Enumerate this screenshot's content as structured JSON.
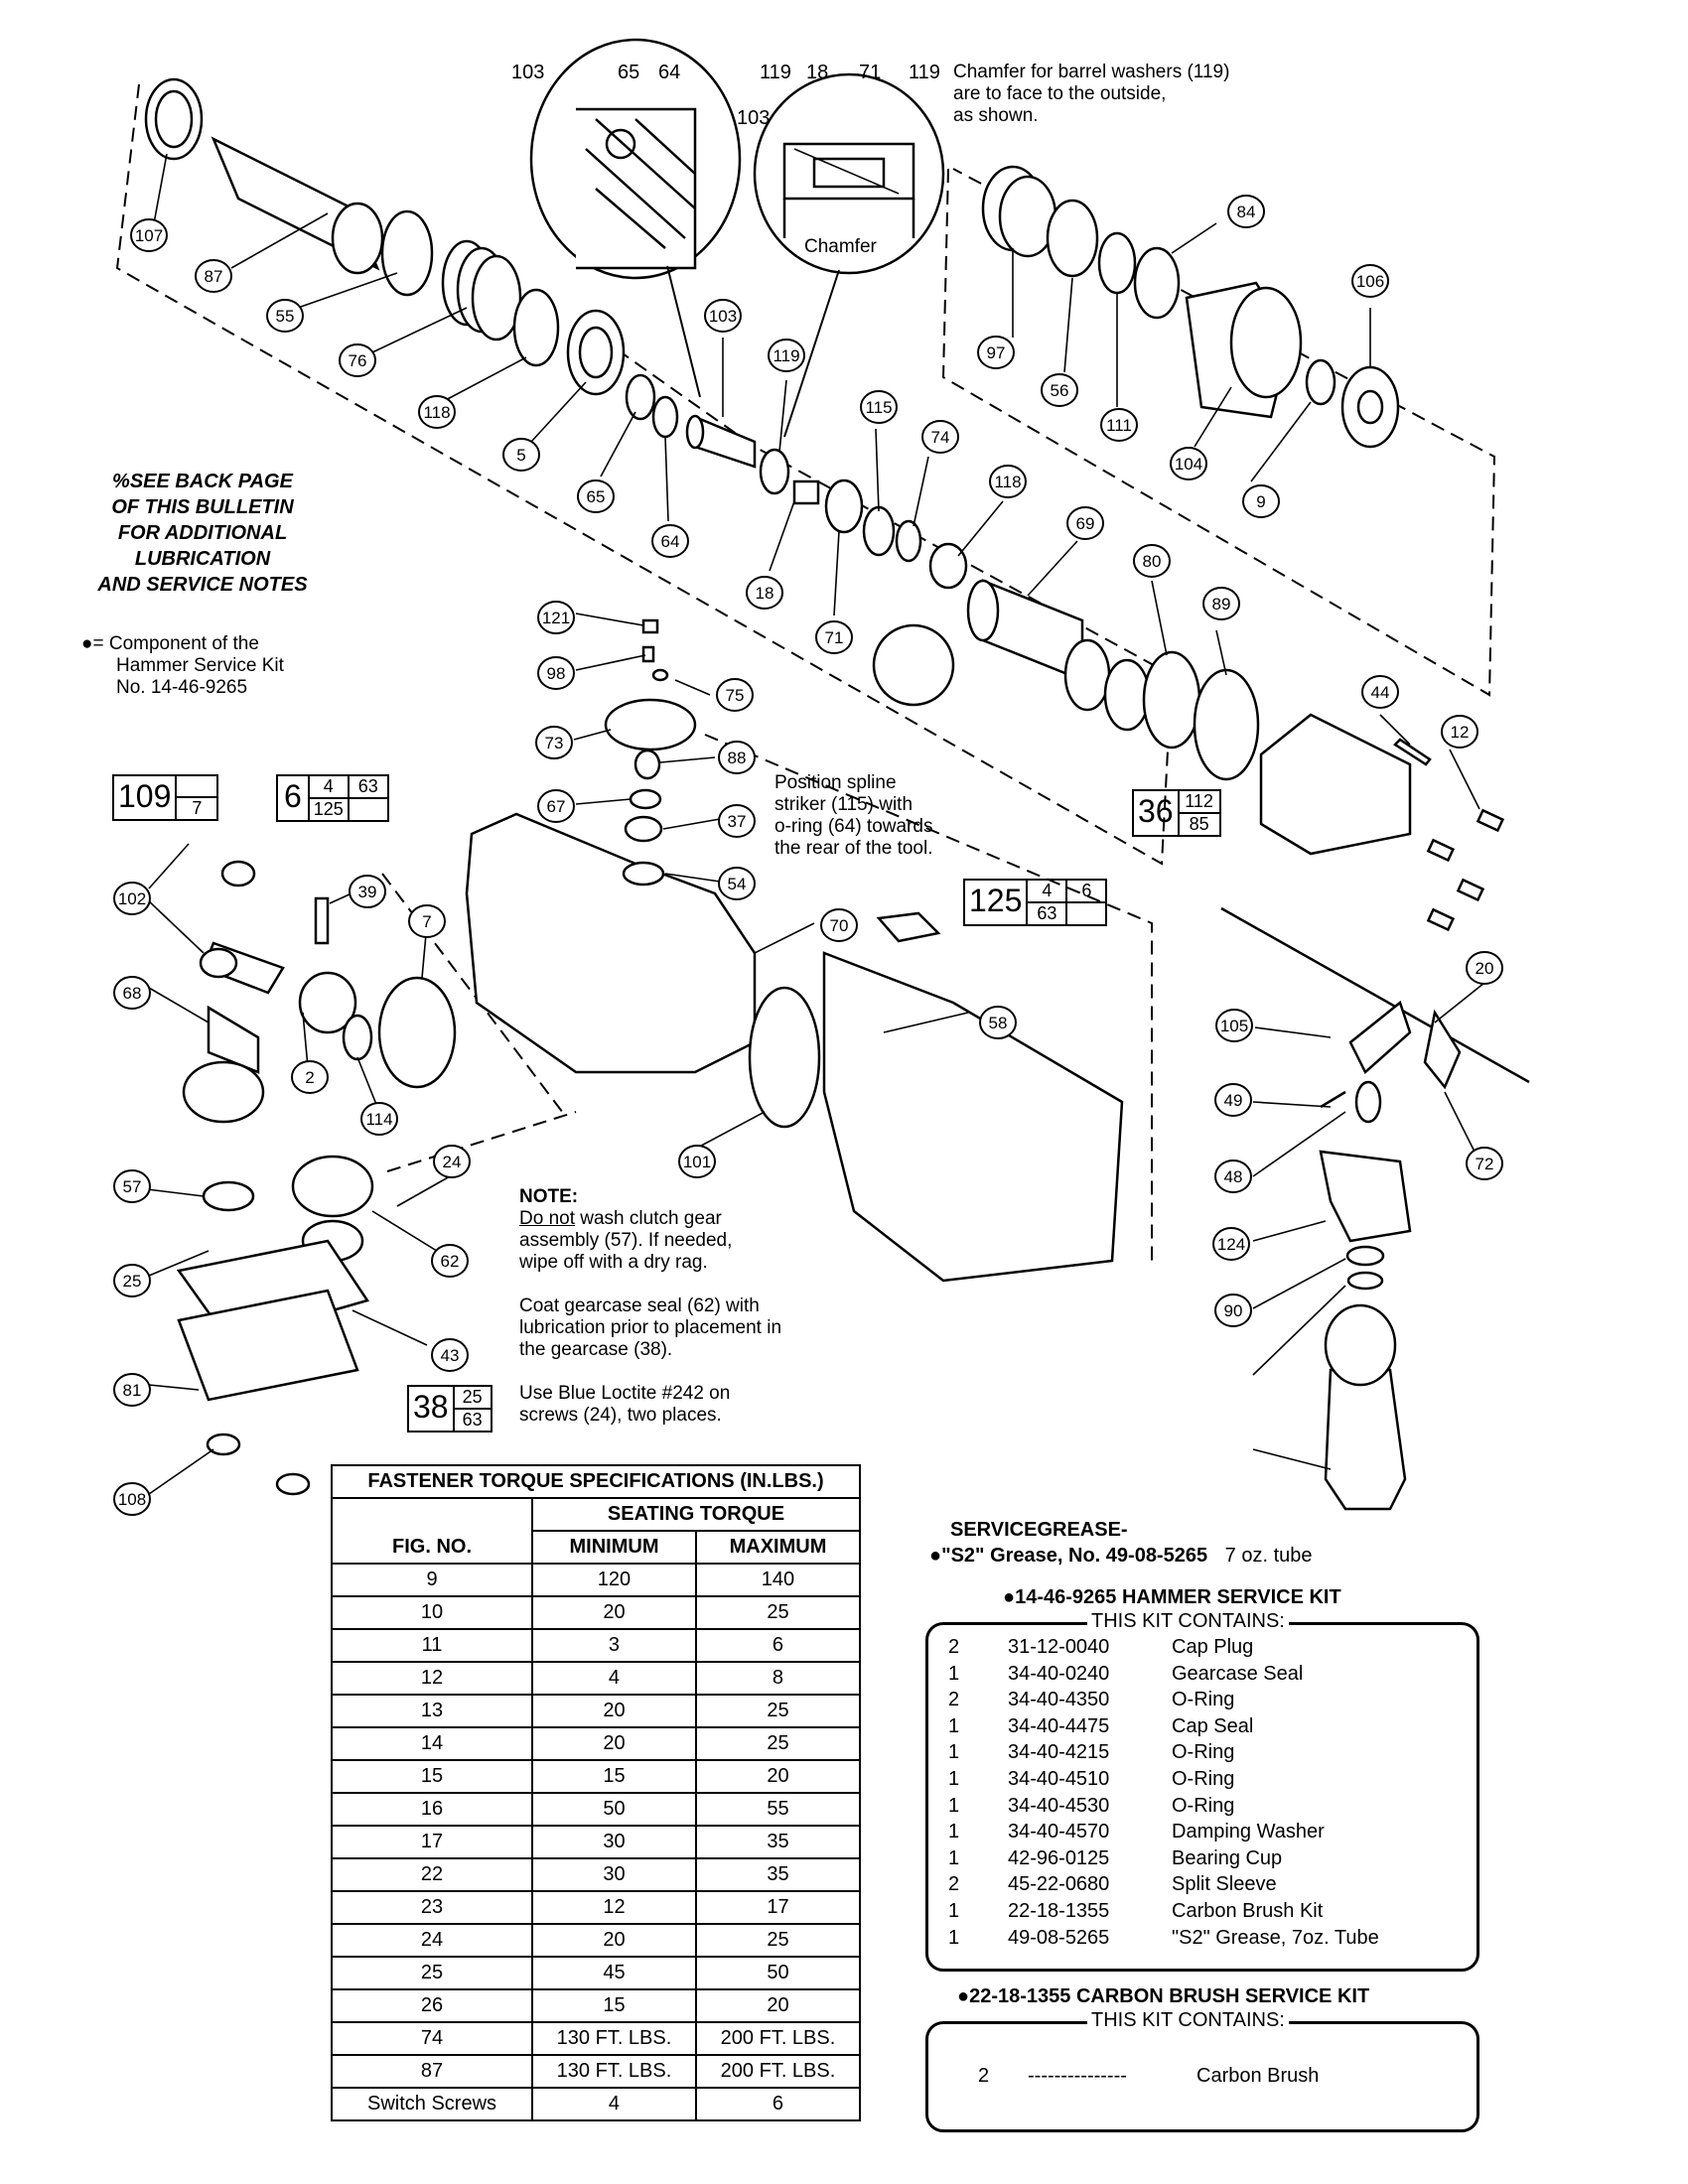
{
  "diagram": {
    "callouts": [
      "107",
      "87",
      "55",
      "76",
      "118",
      "5",
      "65",
      "64",
      "103",
      "119",
      "18",
      "71",
      "115",
      "74",
      "118",
      "69",
      "80",
      "89",
      "97",
      "56",
      "111",
      "84",
      "106",
      "104",
      "9",
      "44",
      "12",
      "121",
      "98",
      "75",
      "73",
      "88",
      "67",
      "37",
      "54",
      "70",
      "58",
      "101",
      "7",
      "39",
      "102",
      "68",
      "2",
      "114",
      "57",
      "24",
      "62",
      "25",
      "43",
      "81",
      "108",
      "105",
      "20",
      "49",
      "48",
      "124",
      "72",
      "90"
    ],
    "top_refs": [
      "103",
      "65",
      "64",
      "119",
      "18",
      "71",
      "119",
      "103"
    ],
    "chamfer_label": "Chamfer",
    "boxes": [
      {
        "main": "109",
        "cells": [
          "7"
        ]
      },
      {
        "main": "6",
        "cells": [
          "4",
          "63",
          "125"
        ]
      },
      {
        "main": "36",
        "cells": [
          "112",
          "85"
        ]
      },
      {
        "main": "125",
        "cells": [
          "4",
          "6",
          "63"
        ]
      },
      {
        "main": "38",
        "cells": [
          "25",
          "63"
        ]
      }
    ]
  },
  "notes": {
    "chamfer": [
      "Chamfer for barrel washers (119)",
      "are to face to the outside,",
      "as shown."
    ],
    "see_back": [
      "%SEE BACK PAGE",
      "OF THIS BULLETIN",
      "FOR ADDITIONAL",
      "LUBRICATION",
      "AND SERVICE NOTES"
    ],
    "component": [
      "●= Component of the",
      "Hammer Service Kit",
      "No. 14-46-9265"
    ],
    "spline": [
      "Position spline",
      "striker (115) with",
      "o-ring (64) towards",
      "the rear of the tool."
    ],
    "note_head": "NOTE:",
    "note_lines": [
      "Do not",
      "wash clutch gear",
      "assembly (57). If needed,",
      "wipe off with a dry rag."
    ],
    "coat": [
      "Coat gearcase seal (62) with",
      "lubrication prior to placement in",
      "the gearcase (38)."
    ],
    "loctite": [
      "Use Blue Loctite #242 on",
      "screws (24), two places."
    ]
  },
  "torque_table": {
    "title": "FASTENER TORQUE SPECIFICATIONS (IN.LBS.)",
    "group_header": "SEATING TORQUE",
    "col_fig": "FIG. NO.",
    "col_min": "MINIMUM",
    "col_max": "MAXIMUM",
    "rows": [
      [
        "9",
        "120",
        "140"
      ],
      [
        "10",
        "20",
        "25"
      ],
      [
        "11",
        "3",
        "6"
      ],
      [
        "12",
        "4",
        "8"
      ],
      [
        "13",
        "20",
        "25"
      ],
      [
        "14",
        "20",
        "25"
      ],
      [
        "15",
        "15",
        "20"
      ],
      [
        "16",
        "50",
        "55"
      ],
      [
        "17",
        "30",
        "35"
      ],
      [
        "22",
        "30",
        "35"
      ],
      [
        "23",
        "12",
        "17"
      ],
      [
        "24",
        "20",
        "25"
      ],
      [
        "25",
        "45",
        "50"
      ],
      [
        "26",
        "15",
        "20"
      ],
      [
        "74",
        "130 FT. LBS.",
        "200 FT. LBS."
      ],
      [
        "87",
        "130 FT. LBS.",
        "200 FT. LBS."
      ],
      [
        "Switch Screws",
        "4",
        "6"
      ]
    ]
  },
  "service": {
    "grease_head": "SERVICEGREASE-",
    "grease_item": "●\"S2\" Grease, No. 49-08-5265",
    "grease_qty": "7 oz. tube"
  },
  "hammer_kit": {
    "title": "●14-46-9265 HAMMER SERVICE KIT",
    "legend": "THIS KIT CONTAINS:",
    "items": [
      [
        "2",
        "31-12-0040",
        "Cap Plug"
      ],
      [
        "1",
        "34-40-0240",
        "Gearcase Seal"
      ],
      [
        "2",
        "34-40-4350",
        "O-Ring"
      ],
      [
        "1",
        "34-40-4475",
        "Cap Seal"
      ],
      [
        "1",
        "34-40-4215",
        "O-Ring"
      ],
      [
        "1",
        "34-40-4510",
        "O-Ring"
      ],
      [
        "1",
        "34-40-4530",
        "O-Ring"
      ],
      [
        "1",
        "34-40-4570",
        "Damping Washer"
      ],
      [
        "1",
        "42-96-0125",
        "Bearing Cup"
      ],
      [
        "2",
        "45-22-0680",
        "Split Sleeve"
      ],
      [
        "1",
        "22-18-1355",
        "Carbon Brush Kit"
      ],
      [
        "1",
        "49-08-5265",
        "\"S2\" Grease, 7oz. Tube"
      ]
    ]
  },
  "brush_kit": {
    "title": "●22-18-1355 CARBON BRUSH SERVICE KIT",
    "legend": "THIS KIT CONTAINS:",
    "qty": "2",
    "dashes": "---------------",
    "name": "Carbon Brush"
  }
}
